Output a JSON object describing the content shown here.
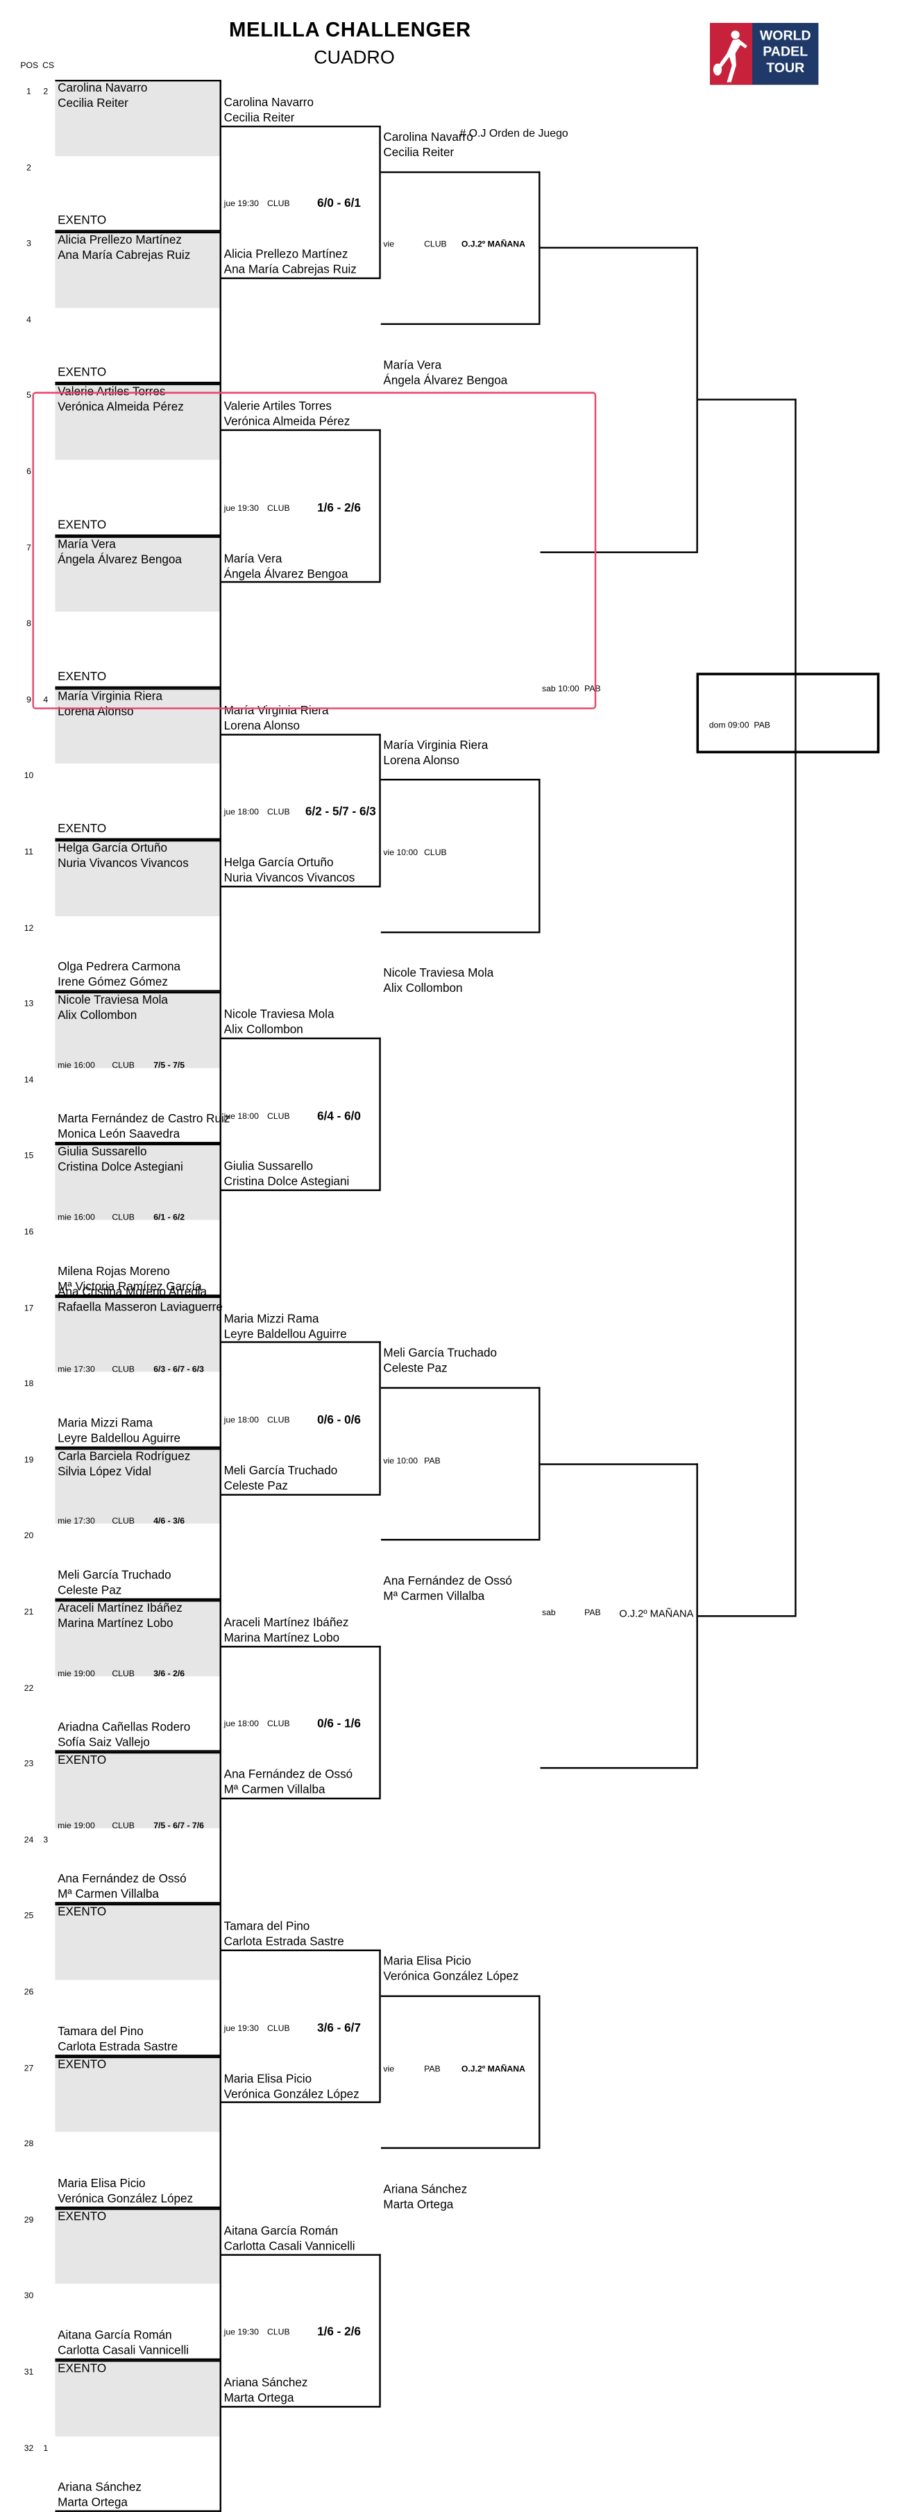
{
  "header": {
    "title": "MELILLA CHALLENGER",
    "subtitle": "CUADRO",
    "col_pos": "POS",
    "col_cs": "CS"
  },
  "logo": {
    "line1": "WORLD",
    "line2": "PADEL",
    "line3": "TOUR"
  },
  "legend": "# O.J Orden de Juego",
  "positions": [
    "1",
    "2",
    "3",
    "4",
    "5",
    "6",
    "7",
    "8",
    "9",
    "10",
    "11",
    "12",
    "13",
    "14",
    "15",
    "16",
    "17",
    "18",
    "19",
    "20",
    "21",
    "22",
    "23",
    "24",
    "25",
    "26",
    "27",
    "28",
    "29",
    "30",
    "31",
    "32"
  ],
  "seeds": [
    "2",
    "4",
    "3",
    "1"
  ],
  "r1": {
    "n": [
      [
        "Carolina Navarro",
        "Cecilia Reiter"
      ],
      [
        "EXENTO"
      ],
      [
        "Alicia Prellezo Martínez",
        "Ana María Cabrejas  Ruiz"
      ],
      [
        "EXENTO"
      ],
      [
        "Valerie Artiles Torres",
        "Verónica  Almeida  Pérez"
      ],
      [
        "EXENTO"
      ],
      [
        "María Vera",
        "Ángela Álvarez Bengoa"
      ],
      [
        "EXENTO"
      ],
      [
        "María Virginia Riera",
        "Lorena Alonso"
      ],
      [
        "EXENTO"
      ],
      [
        "Helga García Ortuño",
        "Nuria Vivancos Vivancos"
      ],
      [
        "Olga Pedrera Carmona",
        "Irene Gómez Gómez"
      ],
      [
        "Nicole Traviesa Mola",
        "Alix Collombon"
      ],
      [
        "Marta Fernández de Castro Ruiz",
        "Monica León Saavedra"
      ],
      [
        "Giulia  Sussarello",
        "Cristina Dolce Astegiani"
      ],
      [
        "Milena Rojas Moreno",
        "Mª Victoria Ramírez García"
      ],
      [
        "Ana Cristina  Moreno Arreola",
        "Rafaella Masseron Laviaguerre"
      ],
      [
        "Maria Mizzi Rama",
        "Leyre Baldellou Aguirre"
      ],
      [
        "Carla Barciela Rodríguez",
        "Silvia López Vidal"
      ],
      [
        "Meli García Truchado",
        "Celeste Paz"
      ],
      [
        "Araceli Martínez Ibáñez",
        "Marina Martínez Lobo"
      ],
      [
        "Ariadna Cañellas Rodero",
        "Sofía  Saiz Vallejo"
      ],
      [
        "EXENTO"
      ],
      [
        "Ana Fernández de Ossó",
        "Mª Carmen Villalba"
      ],
      [
        "EXENTO"
      ],
      [
        "Tamara del Pino",
        "Carlota Estrada Sastre"
      ],
      [
        "EXENTO"
      ],
      [
        "Maria Elisa  Picio",
        "Verónica González López"
      ],
      [
        "EXENTO"
      ],
      [
        "Aitana García Román",
        "Carlotta Casali Vannicelli"
      ],
      [
        "EXENTO"
      ],
      [
        "Ariana Sánchez",
        "Marta Ortega"
      ]
    ],
    "m": [
      {
        "d": "mie 16:00",
        "v": "CLUB",
        "s": "7/5 - 7/5"
      },
      {
        "d": "mie 16:00",
        "v": "CLUB",
        "s": "6/1 - 6/2"
      },
      {
        "d": "mie 17:30",
        "v": "CLUB",
        "s": "6/3 - 6/7 - 6/3"
      },
      {
        "d": "mie 17:30",
        "v": "CLUB",
        "s": "4/6 - 3/6"
      },
      {
        "d": "mie 19:00",
        "v": "CLUB",
        "s": "3/6 - 2/6"
      },
      {
        "d": "mie 19:00",
        "v": "CLUB",
        "s": "7/5 - 6/7 - 7/6"
      }
    ]
  },
  "r2": {
    "n": [
      [
        "Carolina Navarro",
        "Cecilia Reiter"
      ],
      [
        "Alicia Prellezo Martínez",
        "Ana María Cabrejas  Ruiz"
      ],
      [
        "Valerie Artiles Torres",
        "Verónica  Almeida  Pérez"
      ],
      [
        "María Vera",
        "Ángela Álvarez Bengoa"
      ],
      [
        "María Virginia Riera",
        "Lorena Alonso"
      ],
      [
        "Helga García Ortuño",
        "Nuria Vivancos Vivancos"
      ],
      [
        "Nicole Traviesa Mola",
        "Alix Collombon"
      ],
      [
        "Giulia  Sussarello",
        "Cristina Dolce Astegiani"
      ],
      [
        "Maria Mizzi Rama",
        "Leyre Baldellou Aguirre"
      ],
      [
        "Meli García Truchado",
        "Celeste Paz"
      ],
      [
        "Araceli Martínez Ibáñez",
        "Marina Martínez Lobo"
      ],
      [
        "Ana Fernández de Ossó",
        "Mª Carmen Villalba"
      ],
      [
        "Tamara del Pino",
        "Carlota Estrada Sastre"
      ],
      [
        "Maria Elisa  Picio",
        "Verónica González López"
      ],
      [
        "Aitana García Román",
        "Carlotta Casali Vannicelli"
      ],
      [
        "Ariana Sánchez",
        "Marta Ortega"
      ]
    ],
    "m": [
      {
        "d": "jue 19:30",
        "v": "CLUB",
        "s": "6/0 - 6/1"
      },
      {
        "d": "jue 19:30",
        "v": "CLUB",
        "s": "1/6 - 2/6"
      },
      {
        "d": "jue 18:00",
        "v": "CLUB",
        "s": "6/2 - 5/7 - 6/3"
      },
      {
        "d": "jue 18:00",
        "v": "CLUB",
        "s": "6/4 - 6/0"
      },
      {
        "d": "jue 18:00",
        "v": "CLUB",
        "s": "0/6 - 0/6"
      },
      {
        "d": "jue 18:00",
        "v": "CLUB",
        "s": "0/6 - 1/6"
      },
      {
        "d": "jue 19:30",
        "v": "CLUB",
        "s": "3/6 - 6/7"
      },
      {
        "d": "jue 19:30",
        "v": "CLUB",
        "s": "1/6 - 2/6"
      }
    ]
  },
  "r3": {
    "n": [
      [
        "Carolina Navarro",
        "Cecilia Reiter"
      ],
      [
        "María Vera",
        "Ángela Álvarez Bengoa"
      ],
      [
        "María Virginia Riera",
        "Lorena Alonso"
      ],
      [
        "Nicole Traviesa Mola",
        "Alix Collombon"
      ],
      [
        "Meli García Truchado",
        "Celeste Paz"
      ],
      [
        "Ana Fernández de Ossó",
        "Mª Carmen Villalba"
      ],
      [
        "Maria Elisa  Picio",
        "Verónica González López"
      ],
      [
        "Ariana Sánchez",
        "Marta Ortega"
      ]
    ],
    "m": [
      {
        "d": "vie",
        "v": "CLUB",
        "o": "O.J.2º MAÑANA"
      },
      {
        "d": "vie 10:00",
        "v": "CLUB",
        "o": ""
      },
      {
        "d": "vie 10:00",
        "v": "PAB",
        "o": ""
      },
      {
        "d": "vie",
        "v": "PAB",
        "o": "O.J.2º MAÑANA"
      }
    ]
  },
  "sf": [
    {
      "d": "sab 10:00",
      "v": "PAB",
      "o": ""
    },
    {
      "d": "sab",
      "v": "PAB",
      "o": "O.J.2º MAÑANA"
    }
  ],
  "final": {
    "d": "dom 09:00",
    "v": "PAB"
  }
}
